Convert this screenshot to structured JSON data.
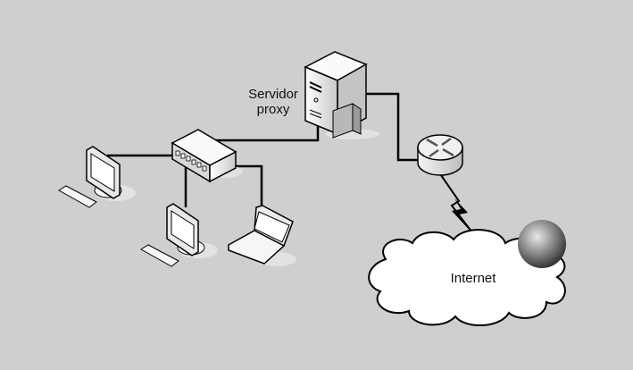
{
  "diagram": {
    "title": "Proxy network topology",
    "nodes": {
      "proxy_server": {
        "label_line1": "Servidor",
        "label_line2": "proxy",
        "type": "server"
      },
      "switch": {
        "type": "hub-switch"
      },
      "router": {
        "type": "router"
      },
      "internet": {
        "label": "Internet",
        "type": "cloud"
      },
      "desktop1": {
        "type": "desktop"
      },
      "desktop2": {
        "type": "desktop"
      },
      "laptop": {
        "type": "laptop"
      }
    },
    "links": [
      {
        "from": "desktop1",
        "to": "switch",
        "kind": "wired"
      },
      {
        "from": "desktop2",
        "to": "switch",
        "kind": "wired"
      },
      {
        "from": "laptop",
        "to": "switch",
        "kind": "wired"
      },
      {
        "from": "switch",
        "to": "proxy_server",
        "kind": "wired"
      },
      {
        "from": "proxy_server",
        "to": "router",
        "kind": "wired"
      },
      {
        "from": "router",
        "to": "internet",
        "kind": "wan-serial"
      }
    ]
  }
}
